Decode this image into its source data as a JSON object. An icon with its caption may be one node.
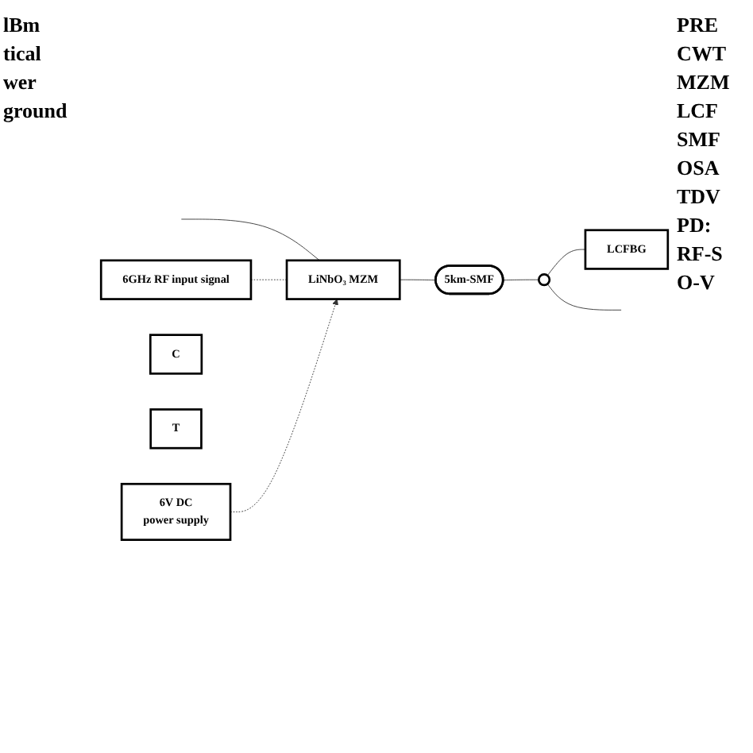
{
  "diagram": {
    "nodes": [
      {
        "text": [
          "LiNbO₃ MZM"
        ]
      },
      {
        "text": [
          "5km-SMF"
        ]
      },
      {
        "text": [],
        "shape": "circle"
      },
      {
        "text": [
          "LCFBG"
        ]
      },
      {
        "text": [
          "6GHz RF input signal"
        ]
      },
      {
        "text": [
          "6V DC",
          "power supply"
        ]
      },
      {
        "text": [
          "C"
        ]
      },
      {
        "text": [
          "T"
        ]
      }
    ],
    "edges": [
      {
        "from": null,
        "to": 0,
        "arrow": "none"
      },
      {
        "from": 0,
        "to": 1,
        "arrow": "none"
      },
      {
        "from": 1,
        "to": 2,
        "arrow": "none"
      },
      {
        "from": 2,
        "to": 3,
        "arrow": "none"
      },
      {
        "from": 2,
        "to": null,
        "arrow": "none"
      },
      {
        "from": 4,
        "to": 0,
        "arrow": "none",
        "style": "dashed"
      },
      {
        "from": 5,
        "to": 0,
        "arrow": "to",
        "style": "dashed"
      }
    ],
    "labels": [
      "lBm",
      "tical",
      "wer",
      "ground",
      "PRE",
      "CWT",
      "MZM",
      "LCF",
      "SMF",
      "OSA",
      "TDV",
      "PD:",
      "RF-S",
      "O-V"
    ]
  }
}
